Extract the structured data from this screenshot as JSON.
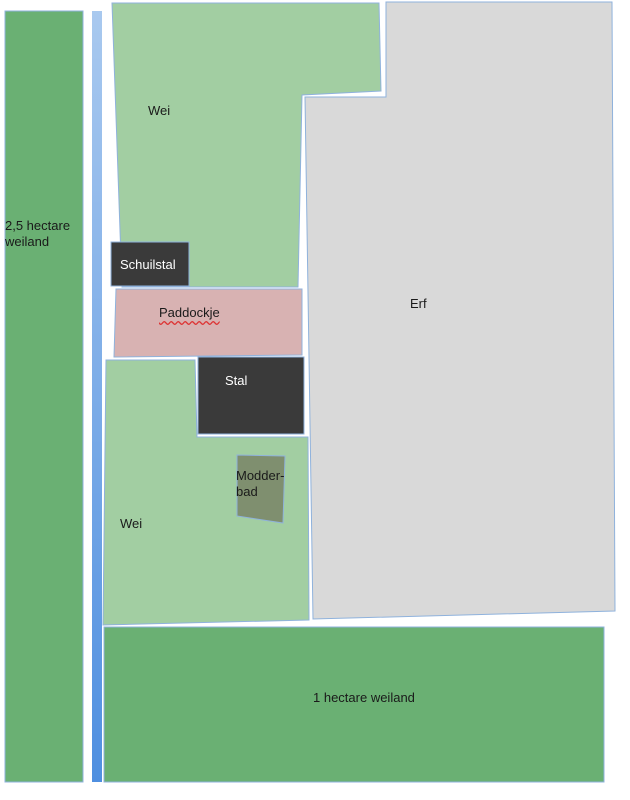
{
  "colors": {
    "pasture_dark": "#6ab073",
    "pasture_light": "#a2cea2",
    "yard": "#d9d9d9",
    "building": "#3a3a3a",
    "paddock": "#d8b2b2",
    "mudbath": "#7f8f6f",
    "ditch": "#5b97de",
    "outline": "#8fb2dc"
  },
  "labels": {
    "pasture_left": "2,5 hectare\nweiland",
    "wei_top": "Wei",
    "schuilstal": "Schuilstal",
    "paddockje": "Paddockje",
    "stal": "Stal",
    "erf": "Erf",
    "modderbad": "Modder-\nbad",
    "wei_bottom": "Wei",
    "pasture_bottom": "1 hectare weiland"
  }
}
